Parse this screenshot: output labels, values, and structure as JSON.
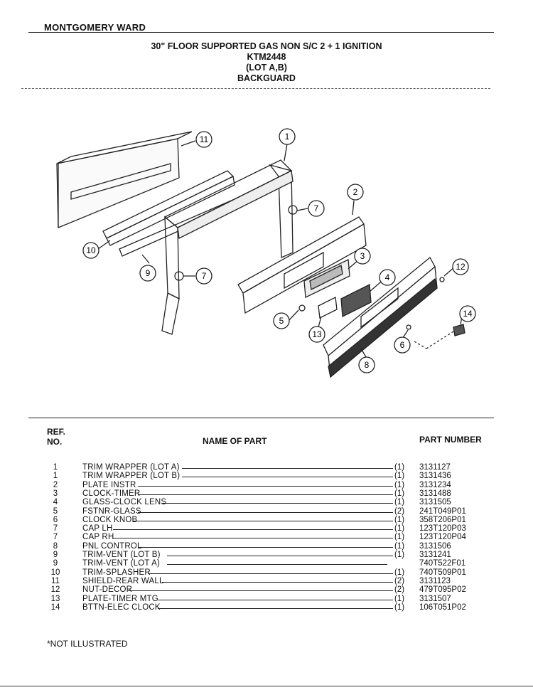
{
  "header": {
    "brand": "MONTGOMERY WARD",
    "title_line1": "30\" FLOOR SUPPORTED GAS NON S/C 2 + 1 IGNITION",
    "title_line2": "KTM2448",
    "title_line3": "(LOT A,B)",
    "title_line4": "BACKGUARD"
  },
  "diagram": {
    "callouts": [
      "11",
      "1",
      "7",
      "2",
      "10",
      "9",
      "7",
      "3",
      "4",
      "12",
      "5",
      "13",
      "6",
      "14",
      "8"
    ]
  },
  "table": {
    "col_ref_line1": "REF.",
    "col_ref_line2": "NO.",
    "col_name": "NAME OF PART",
    "col_part_number": "PART NUMBER",
    "rows": [
      {
        "ref": "1",
        "name": "TRIM WRAPPER (LOT A)",
        "qty": "(1)",
        "part": "3131127"
      },
      {
        "ref": "1",
        "name": "TRIM WRAPPER (LOT B)",
        "qty": "(1)",
        "part": "3131436"
      },
      {
        "ref": "2",
        "name": "PLATE INSTR",
        "qty": "(1)",
        "part": "3131234"
      },
      {
        "ref": "3",
        "name": "CLOCK-TIMER",
        "qty": "(1)",
        "part": "3131488"
      },
      {
        "ref": "4",
        "name": "GLASS-CLOCK LENS",
        "qty": "(1)",
        "part": "3131505"
      },
      {
        "ref": "5",
        "name": "FSTNR-GLASS",
        "qty": "(2)",
        "part": "241T049P01"
      },
      {
        "ref": "6",
        "name": "CLOCK KNOB",
        "qty": "(1)",
        "part": "358T206P01"
      },
      {
        "ref": "7",
        "name": "CAP LH",
        "qty": "(1)",
        "part": "123T120P03"
      },
      {
        "ref": "7",
        "name": "CAP RH",
        "qty": "(1)",
        "part": "123T120P04"
      },
      {
        "ref": "8",
        "name": "PNL CONTROL",
        "qty": "(1)",
        "part": "3131506"
      },
      {
        "ref": "9",
        "name": "TRIM-VENT (LOT B)",
        "qty": "(1)",
        "part": "3131241"
      },
      {
        "ref": "9",
        "name": "TRIM-VENT (LOT A)",
        "qty": "",
        "part": "740T522F01"
      },
      {
        "ref": "10",
        "name": "TRIM-SPLASHER",
        "qty": "(1)",
        "part": "740T509P01"
      },
      {
        "ref": "11",
        "name": "SHIELD-REAR WALL",
        "qty": "(2)",
        "part": "3131123"
      },
      {
        "ref": "12",
        "name": "NUT-DECOR",
        "qty": "(2)",
        "part": "479T095P02"
      },
      {
        "ref": "13",
        "name": "PLATE-TIMER MTG",
        "qty": "(1)",
        "part": "3131507"
      },
      {
        "ref": "14",
        "name": "BTTN-ELEC CLOCK",
        "qty": "(1)",
        "part": "106T051P02"
      }
    ]
  },
  "footnote": "*NOT ILLUSTRATED"
}
